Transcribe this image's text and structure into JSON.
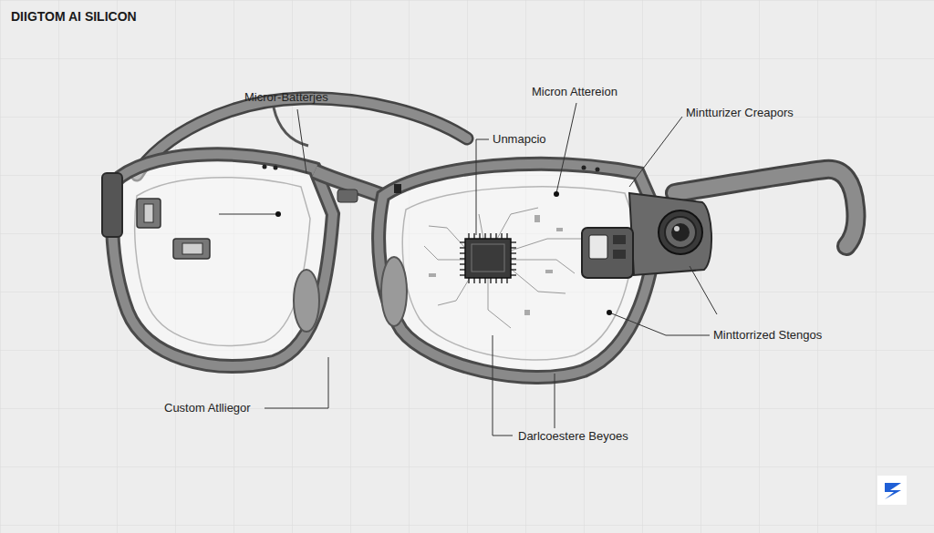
{
  "diagram": {
    "title": "DIIGTOM AI SILICON",
    "labels": [
      "Micror-Batterjes",
      "Micron Attereion",
      "Unmapcio",
      "Mintturizer Creapors",
      "Minttorrized Stengos",
      "Custom Atlliegor",
      "Darlcoestere Beyoes"
    ]
  }
}
